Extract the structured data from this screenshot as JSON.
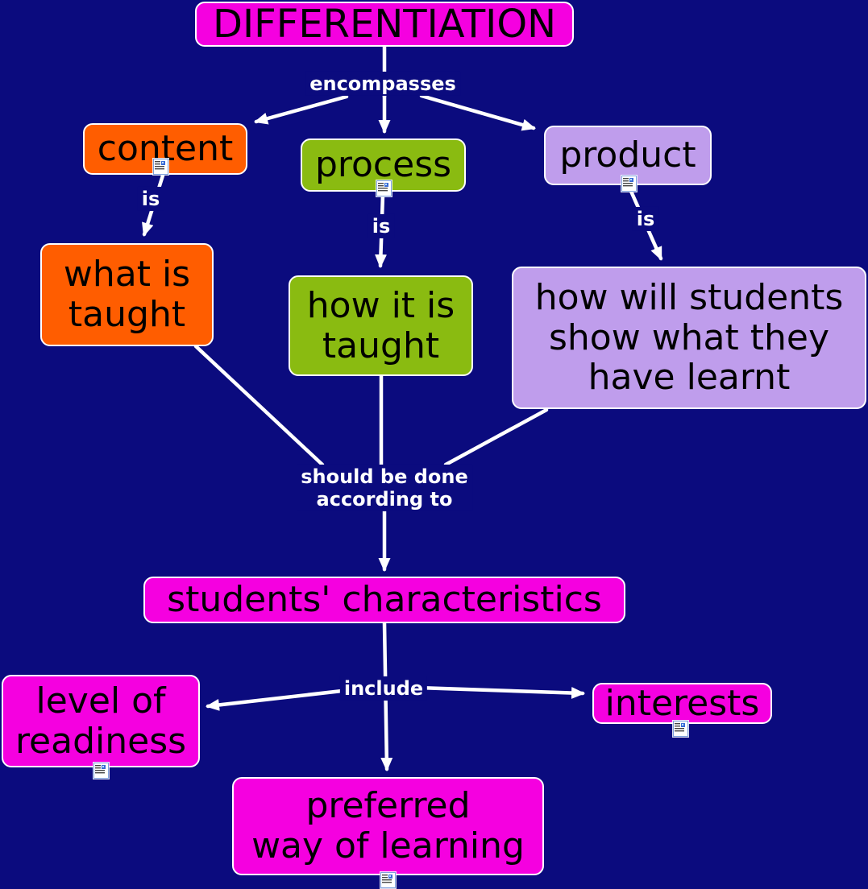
{
  "canvas": {
    "background": "#0B0B7E",
    "description": "concept map about differentiation"
  },
  "palette": {
    "magenta": "#F500E0",
    "orange": "#FF5D00",
    "green": "#8ABB11",
    "lavender": "#BF9DEC",
    "connector_line": "#FFFFFF",
    "link_label_text": "#FFFFFF",
    "node_text": "#000000"
  },
  "icons": {
    "resource_link_icon": "small document page with text lines and picture thumbnail"
  },
  "nodes": {
    "differentiation": {
      "label": "DIFFERENTIATION",
      "color": "magenta"
    },
    "content": {
      "label": "content",
      "color": "orange",
      "has_resource_icon": true
    },
    "process": {
      "label": "process",
      "color": "green",
      "has_resource_icon": true
    },
    "product": {
      "label": "product",
      "color": "lavender",
      "has_resource_icon": true
    },
    "what_is_taught": {
      "label": "what is\ntaught",
      "color": "orange"
    },
    "how_it_is_taught": {
      "label": "how it is\ntaught",
      "color": "green"
    },
    "how_will_students": {
      "label": "how will students\nshow what they\nhave learnt",
      "color": "lavender"
    },
    "students_characteristics": {
      "label": "students' characteristics",
      "color": "magenta"
    },
    "level_of_readiness": {
      "label": "level of\nreadiness",
      "color": "magenta",
      "has_resource_icon": true
    },
    "interests": {
      "label": "interests",
      "color": "magenta",
      "has_resource_icon": true
    },
    "preferred_way": {
      "label": "preferred\nway of learning",
      "color": "magenta",
      "has_resource_icon": true
    }
  },
  "link_labels": {
    "encompasses": {
      "label": "encompasses"
    },
    "is_content": {
      "label": "is"
    },
    "is_process": {
      "label": "is"
    },
    "is_product": {
      "label": "is"
    },
    "should_be_done": {
      "label": "should be done\naccording to"
    },
    "include": {
      "label": "include"
    }
  },
  "relations": [
    {
      "from": "DIFFERENTIATION",
      "label": "encompasses",
      "to": [
        "content",
        "process",
        "product"
      ]
    },
    {
      "from": "content",
      "label": "is",
      "to": [
        "what is taught"
      ]
    },
    {
      "from": "process",
      "label": "is",
      "to": [
        "how it is taught"
      ]
    },
    {
      "from": "product",
      "label": "is",
      "to": [
        "how will students show what they have learnt"
      ]
    },
    {
      "from": [
        "what is taught",
        "how it is taught",
        "how will students show what they have learnt"
      ],
      "label": "should be done according to",
      "to": [
        "students' characteristics"
      ]
    },
    {
      "from": "students' characteristics",
      "label": "include",
      "to": [
        "level of readiness",
        "interests",
        "preferred way of learning"
      ]
    }
  ]
}
